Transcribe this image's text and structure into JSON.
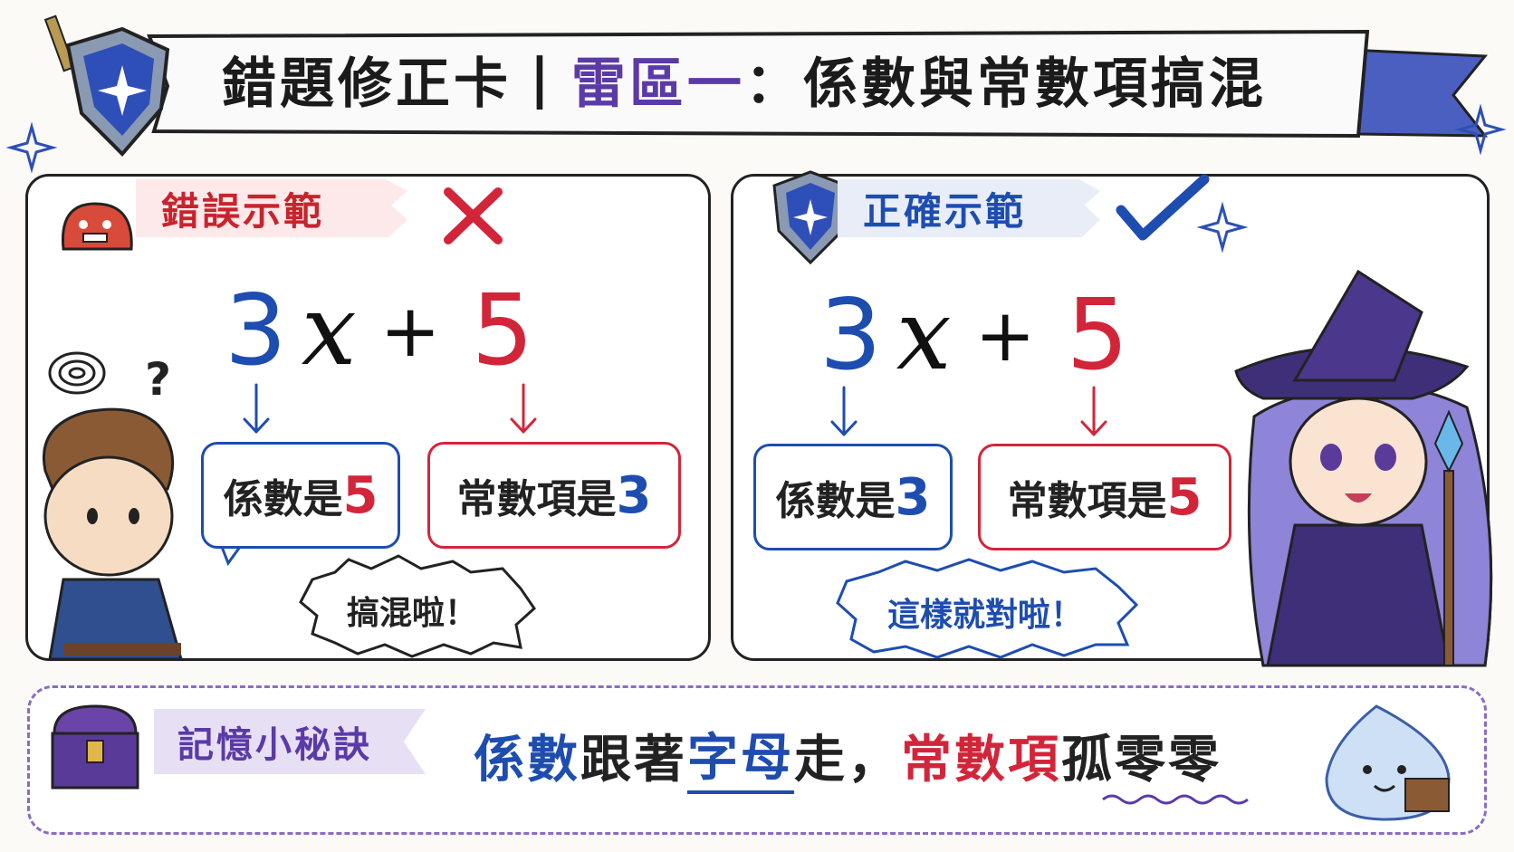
{
  "banner": {
    "title_main": "錯題修正卡",
    "title_sep": "|",
    "title_zone": "雷區一",
    "title_colon": "：",
    "title_topic": "係數與常數項搞混"
  },
  "wrong_panel": {
    "tag_label": "錯誤示範",
    "expression": {
      "coefficient": "3",
      "variable": "x",
      "operator": "+",
      "constant": "5"
    },
    "box1": {
      "label": "係數是",
      "value": "5"
    },
    "box2": {
      "label": "常數項是",
      "value": "3"
    },
    "exclaim": "搞混啦！",
    "question_mark": "?"
  },
  "right_panel": {
    "tag_label": "正確示範",
    "expression": {
      "coefficient": "3",
      "variable": "x",
      "operator": "+",
      "constant": "5"
    },
    "box1": {
      "label": "係數是",
      "value": "3"
    },
    "box2": {
      "label": "常數項是",
      "value": "5"
    },
    "exclaim": "這樣就對啦！"
  },
  "tip": {
    "tag_label": "記憶小秘訣",
    "text_coef": "係數",
    "text_follow": "跟著",
    "text_letter": "字母",
    "text_walk": "走，",
    "text_cons": "常數項",
    "text_alone": "孤零零"
  },
  "icons": [
    "shield-icon",
    "sword-icon",
    "monster-icon",
    "cross-mark-icon",
    "check-mark-icon",
    "arrow-down-icon",
    "treasure-chest-icon",
    "slime-icon",
    "sparkle-icon",
    "dizzy-swirl-icon"
  ],
  "colors": {
    "blue": "#1e4db0",
    "red": "#d3253a",
    "purple": "#5b3aa7",
    "ink": "#222222"
  }
}
